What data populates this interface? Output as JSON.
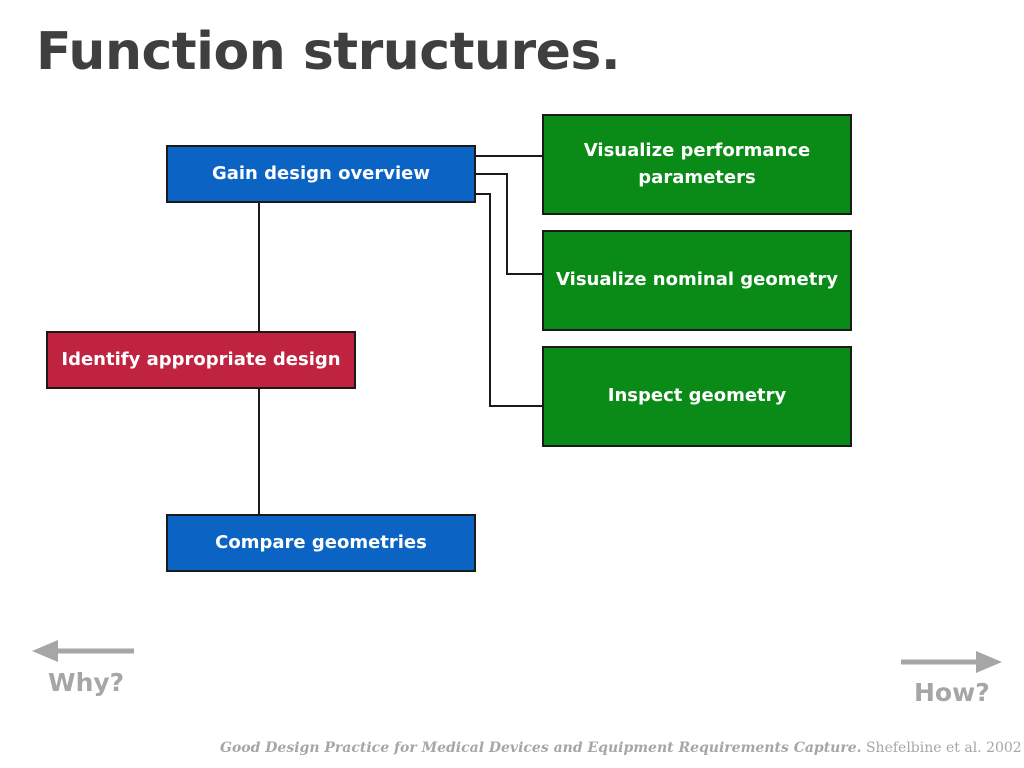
{
  "title": "Function structures.",
  "colors": {
    "blue_box": "#0b63c4",
    "red_box": "#c0233f",
    "green_box": "#0a8a16",
    "connector": "#1a1a1a",
    "arrow": "#a6a6a6",
    "title": "#3f3f3f"
  },
  "nodes": {
    "gain_overview": "Gain design overview",
    "identify": "Identify appropriate design",
    "compare": "Compare geometries",
    "visualize_performance_line1": "Visualize performance",
    "visualize_performance_line2": "parameters",
    "visualize_nominal": "Visualize nominal geometry",
    "inspect": "Inspect geometry"
  },
  "edges": [
    {
      "from": "Gain design overview",
      "to": "Identify appropriate design"
    },
    {
      "from": "Identify appropriate design",
      "to": "Compare geometries"
    },
    {
      "from": "Gain design overview",
      "to": "Visualize performance parameters"
    },
    {
      "from": "Gain design overview",
      "to": "Visualize nominal geometry"
    },
    {
      "from": "Gain design overview",
      "to": "Inspect geometry"
    }
  ],
  "arrows": {
    "why": "Why?",
    "how": "How?"
  },
  "citation": {
    "title": "Good Design Practice for Medical Devices and Equipment Requirements Capture.",
    "authors": " Shefelbine  et al. 2002"
  }
}
